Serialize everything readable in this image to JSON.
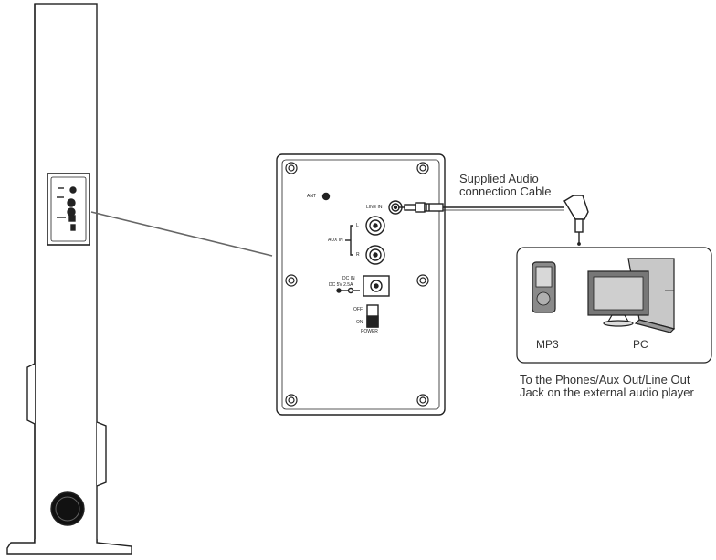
{
  "panel": {
    "ant_label": "ANT",
    "line_in_label": "LINE IN",
    "aux_in_label": "AUX IN",
    "aux_l": "L",
    "aux_r": "R",
    "dc_in_label": "DC IN",
    "dc_rating": "DC 5V 2.5A",
    "off_label": "OFF",
    "on_label": "ON",
    "power_label": "POWER"
  },
  "cable": {
    "label_line1": "Supplied Audio",
    "label_line2": "connection Cable"
  },
  "devices": {
    "mp3_label": "MP3",
    "pc_label": "PC"
  },
  "footer": {
    "line1": "To the Phones/Aux Out/Line Out",
    "line2": "Jack on the external audio player"
  }
}
